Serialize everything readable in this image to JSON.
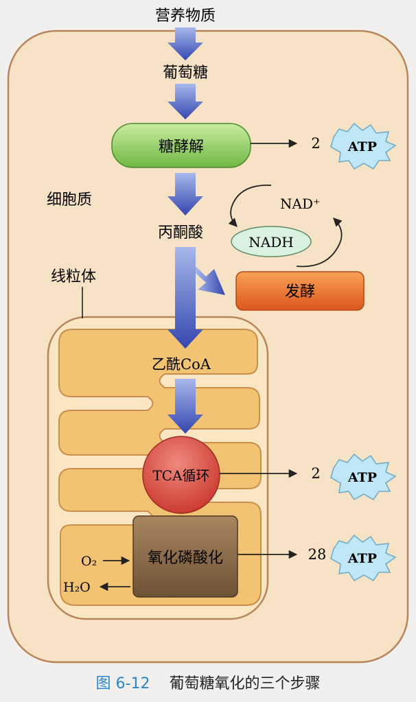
{
  "labels": {
    "nutrients": "营养物质",
    "glucose": "葡萄糖",
    "glycolysis": "糖酵解",
    "cytoplasm": "细胞质",
    "pyruvate": "丙酮酸",
    "mitochondrion": "线粒体",
    "fermentation": "发酵",
    "nad_plus": "NAD⁺",
    "nadh": "NADH",
    "acetyl_coa": "乙酰CoA",
    "tca_cycle": "TCA循环",
    "oxphos": "氧化磷酸化",
    "o2": "O₂",
    "h2o": "H₂O"
  },
  "atp_outputs": [
    {
      "count": "2",
      "label": "ATP"
    },
    {
      "count": "2",
      "label": "ATP"
    },
    {
      "count": "28",
      "label": "ATP"
    }
  ],
  "caption": {
    "figure_number": "图 6-12",
    "title": "葡萄糖氧化的三个步骤"
  },
  "colors": {
    "cell_fill": "#f6e2c4",
    "mito_fill": "#f2c373",
    "arrow_blue": "#3f57b8",
    "glycolysis_green": "#8ccf5f",
    "fermentation_orange": "#ea6b27",
    "tca_red": "#d8463c",
    "oxphos_brown": "#8a6a48",
    "atp_blue": "#bfe7f7",
    "nadh_green": "#d9f1df"
  }
}
